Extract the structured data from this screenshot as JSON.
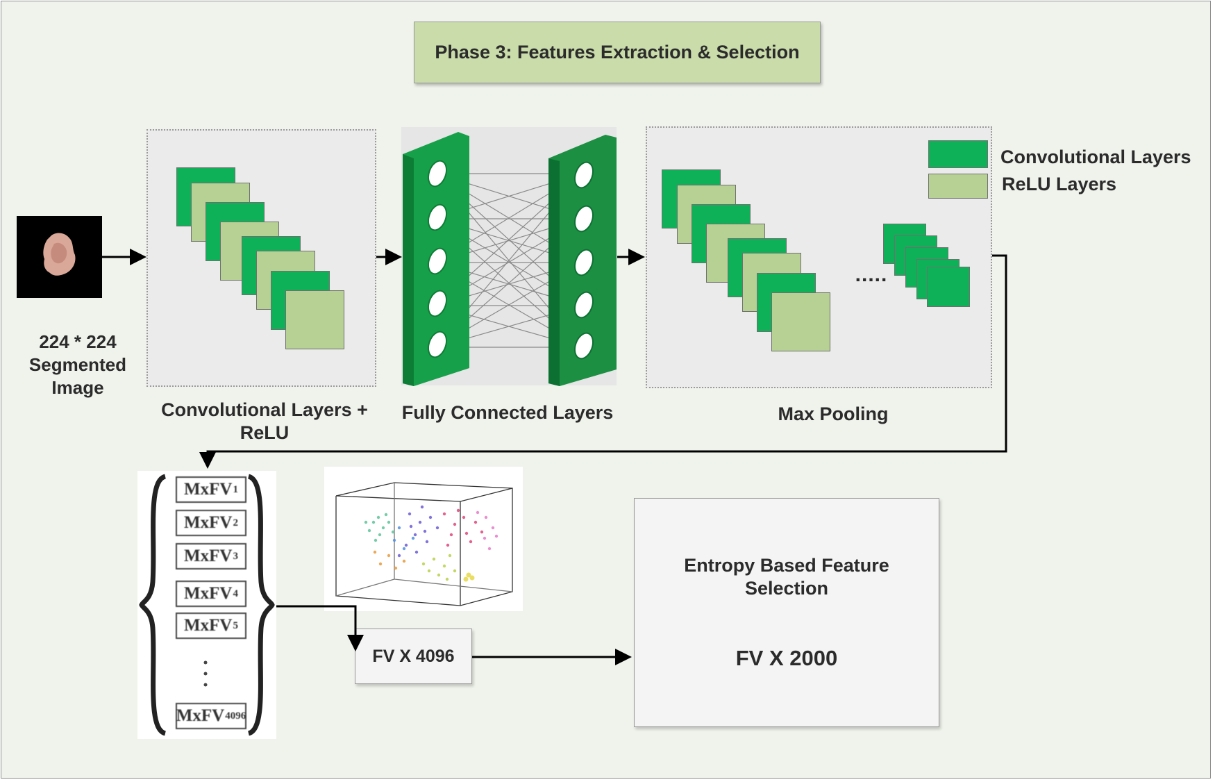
{
  "title": "Phase 3: Features Extraction & Selection",
  "input": {
    "size_label": "224 * 224",
    "desc_line1": "Segmented",
    "desc_line2": "Image"
  },
  "conv_block": {
    "label_line1": "Convolutional Layers +",
    "label_line2": "ReLU"
  },
  "fc_block": {
    "label": "Fully Connected Layers"
  },
  "pool_block": {
    "label": "Max Pooling",
    "ellipsis": "....."
  },
  "legend": [
    {
      "label": "Convolutional Layers",
      "color": "#0fb158"
    },
    {
      "label": "ReLU Layers",
      "color": "#b7d195"
    }
  ],
  "feature_vectors": [
    {
      "base": "MxFV",
      "sub": "1"
    },
    {
      "base": "MxFV",
      "sub": "2"
    },
    {
      "base": "MxFV",
      "sub": "3"
    },
    {
      "base": "MxFV",
      "sub": "4"
    },
    {
      "base": "MxFV",
      "sub": "5"
    },
    {
      "base": "MxFV",
      "sub": "4096"
    }
  ],
  "fv_box": {
    "label": "FV X 4096"
  },
  "selection_box": {
    "title_line1": "Entropy Based Feature",
    "title_line2": "Selection",
    "value": "FV X 2000"
  },
  "colors": {
    "conv_green": "#0fb158",
    "relu_green": "#b7d195",
    "fc_green": "#1c9a45",
    "title_bg": "#c9dcaa",
    "background": "#f0f3ec"
  }
}
